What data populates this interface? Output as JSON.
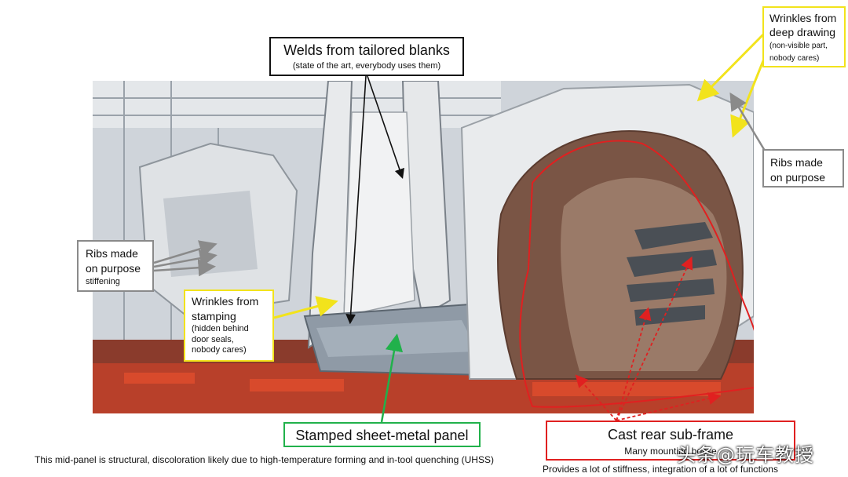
{
  "callouts": {
    "welds": {
      "title": "Welds from tailored blanks",
      "subtitle": "(state of the art, everybody uses them)",
      "color": "#111111"
    },
    "wrinkles_deep": {
      "title_line1": "Wrinkles from",
      "title_line2": "deep drawing",
      "note_line1": "(non-visible part,",
      "note_line2": "nobody cares)",
      "color": "#f2e31c"
    },
    "ribs_right": {
      "line1": "Ribs made",
      "line2": "on purpose",
      "color": "#8a8a8a"
    },
    "ribs_left": {
      "line1": "Ribs made",
      "line2": "on purpose",
      "note": "stiffening",
      "color": "#8a8a8a"
    },
    "wrinkles_stamping": {
      "title_line1": "Wrinkles from",
      "title_line2": "stamping",
      "note_line1": "(hidden behind",
      "note_line2": "door seals,",
      "note_line3": "nobody cares)",
      "color": "#f2e31c"
    },
    "stamped_panel": {
      "title": "Stamped sheet-metal panel",
      "color": "#21b14b"
    },
    "cast_subframe": {
      "title": "Cast rear sub-frame",
      "subtitle": "Many mounting bosse",
      "footnote": "Provides a lot of stiffness, integration of a lot of functions",
      "color": "#e02020"
    }
  },
  "footnote": "This mid-panel is structural, discoloration likely due to high-temperature forming and in-tool quenching (UHSS)",
  "watermark": "头条@玩车教授"
}
